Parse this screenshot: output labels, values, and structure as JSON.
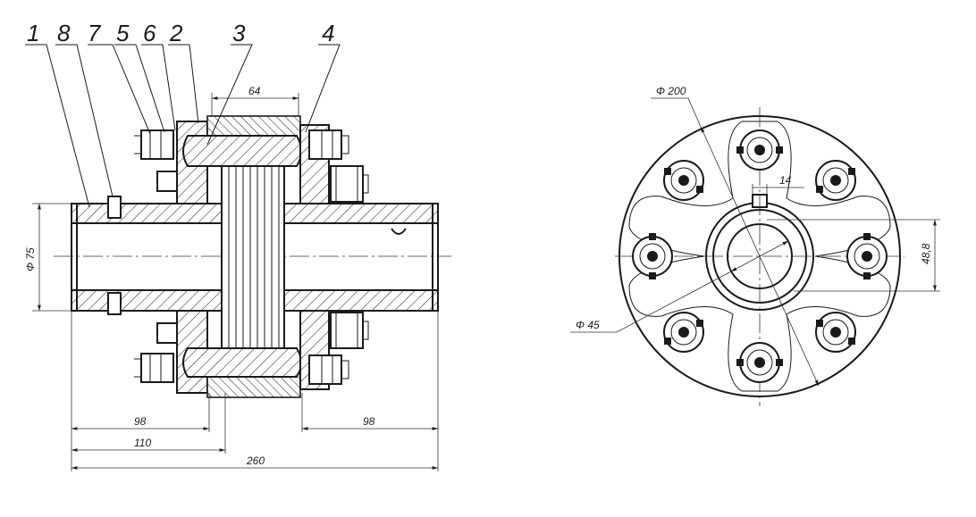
{
  "callouts": [
    "1",
    "8",
    "7",
    "5",
    "6",
    "2",
    "3",
    "4"
  ],
  "dimensions": {
    "pin_pitch": "64",
    "hub_diameter": "Φ 75",
    "hub_left_length": "98",
    "hub_right_length": "98",
    "left_to_axis": "110",
    "overall_length": "260",
    "flange_diameter": "Φ 200",
    "bore_diameter": "Φ 45",
    "key_width": "14",
    "key_depth": "48,8"
  },
  "colors": {
    "ink": "#1a1a1a",
    "paper": "#ffffff"
  }
}
